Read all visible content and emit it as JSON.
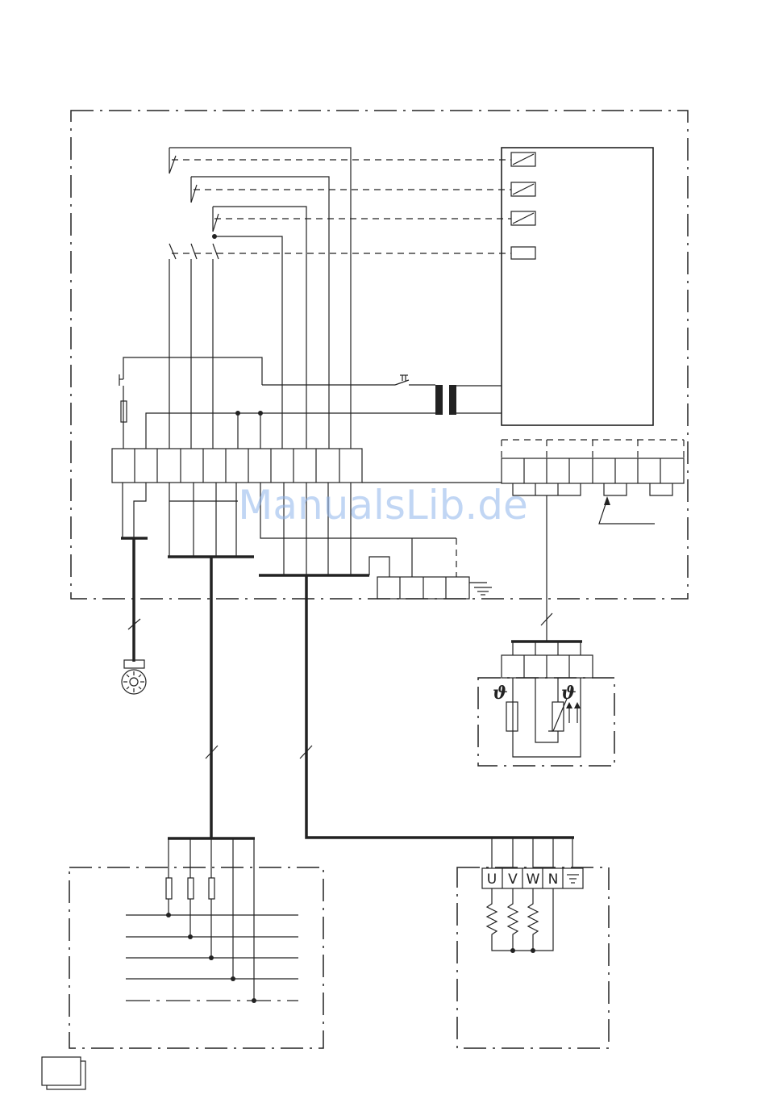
{
  "watermark": "ManualsLib.de",
  "motor_terminals": [
    "U",
    "V",
    "W",
    "N"
  ],
  "sensor_symbol": "ϑ",
  "colors": {
    "line": "#222222",
    "watermark": "#8fb6ec",
    "background": "#ffffff"
  }
}
